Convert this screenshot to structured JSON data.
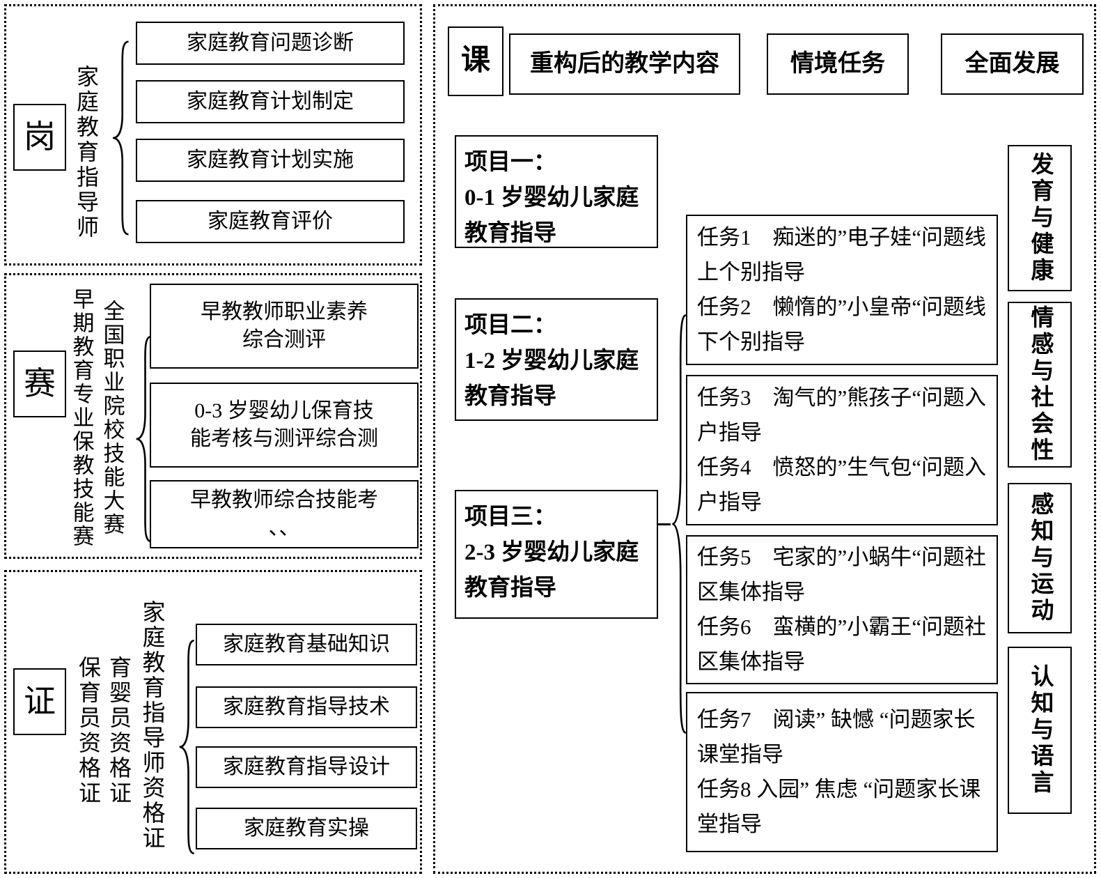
{
  "palette": {
    "border": "#000000",
    "background": "#ffffff",
    "text": "#000000"
  },
  "panels": {
    "post": {
      "tag": "岗",
      "side_label": "家庭教育指导师",
      "items": [
        "家庭教育问题诊断",
        "家庭教育计划制定",
        "家庭教育计划实施",
        "家庭教育评价"
      ]
    },
    "competition": {
      "tag": "赛",
      "side_labels": [
        "早期教育专业保教技能赛",
        "全国职业院校技能大赛"
      ],
      "items": [
        "早教教师职业素养\n综合测评",
        "0-3 岁婴幼儿保育技\n能考核与测评综合测",
        "早教教师综合技能考\n、、"
      ]
    },
    "certificate": {
      "tag": "证",
      "side_labels": [
        "保育员资格证",
        "育婴员资格证",
        "家庭教育指导师资格证"
      ],
      "items": [
        "家庭教育基础知识",
        "家庭教育指导技术",
        "家庭教育指导设计",
        "家庭教育实操"
      ]
    },
    "course": {
      "tag": "课",
      "headers": [
        "重构后的教学内容",
        "情境任务",
        "全面发展"
      ],
      "projects": [
        {
          "title": "项目一：",
          "body": "0-1 岁婴幼儿家庭教育指导"
        },
        {
          "title": "项目二：",
          "body": "1-2 岁婴幼儿家庭教育指导"
        },
        {
          "title": "项目三：",
          "body": "2-3 岁婴幼儿家庭教育指导"
        }
      ],
      "task_groups": [
        [
          "任务1　痴迷的”电子娃“问题线上个别指导",
          "任务2　懒惰的”小皇帝“问题线下个别指导"
        ],
        [
          "任务3　淘气的”熊孩子“问题入户指导",
          "任务4　愤怒的”生气包“问题入户指导"
        ],
        [
          "任务5　宅家的”小蜗牛“问题社区集体指导",
          "任务6　蛮横的”小霸王“问题社区集体指导"
        ],
        [
          "任务7　阅读” 缺憾 “问题家长课堂指导",
          "任务8 入园” 焦虑 “问题家长课堂指导"
        ]
      ],
      "categories": [
        "发育与健康",
        "情感与社会性",
        "感知与运动",
        "认知与语言"
      ]
    }
  }
}
